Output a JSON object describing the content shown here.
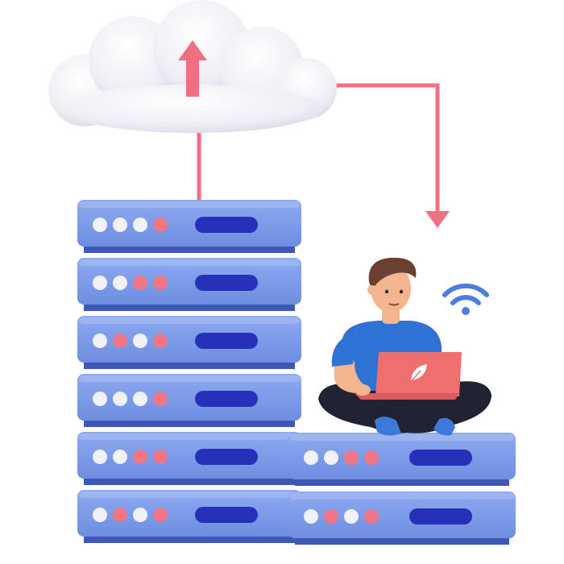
{
  "illustration": {
    "left_stack_units": 6,
    "right_stack_units": 2,
    "colors": {
      "server_face": "#7d9ce8",
      "server_top": "#9fb6f0",
      "server_dark": "#3d58b5",
      "slot": "#2431b8",
      "led_light": "#f1f1f8",
      "led_pink": "#f07585",
      "arrow": "#ef7080",
      "cloud": "#f3f3f7",
      "shirt": "#2f72d6",
      "pants": "#1f2230",
      "laptop": "#ef6f6f",
      "hair": "#6a4030",
      "skin": "#f2b58f",
      "wifi": "#4e7de0"
    },
    "led_patterns": [
      [
        "light",
        "light",
        "light",
        "pink"
      ],
      [
        "light",
        "light",
        "pink",
        "pink"
      ],
      [
        "light",
        "pink",
        "light",
        "pink"
      ],
      [
        "light",
        "light",
        "light",
        "pink"
      ],
      [
        "light",
        "light",
        "pink",
        "pink"
      ],
      [
        "light",
        "pink",
        "light",
        "pink"
      ],
      [
        "light",
        "light",
        "pink",
        "pink"
      ],
      [
        "light",
        "pink",
        "light",
        "pink"
      ]
    ],
    "icons": [
      "cloud-icon",
      "upload-arrow-icon",
      "download-arrow-icon",
      "wifi-icon",
      "laptop-icon",
      "leaf-logo-icon"
    ]
  }
}
